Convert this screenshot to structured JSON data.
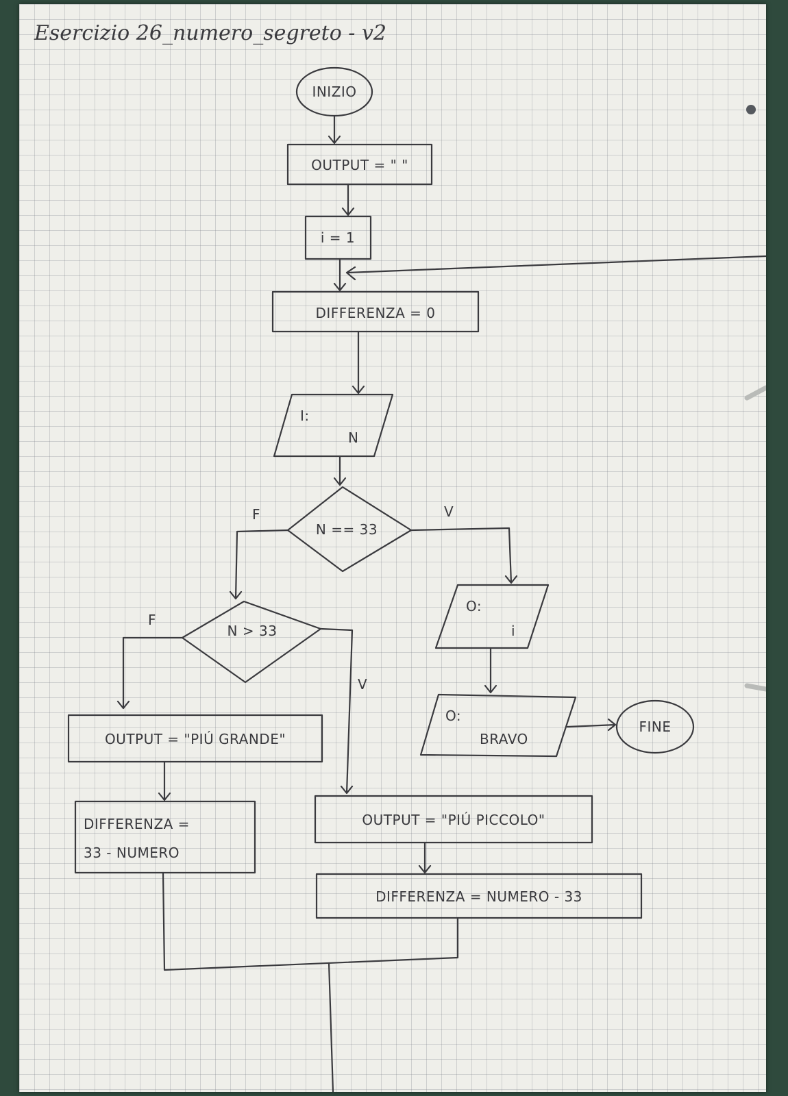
{
  "title": "Esercizio 26_numero_segreto - v2",
  "nodes": {
    "start": "INIZIO",
    "assign_output": "OUTPUT = \" \"",
    "assign_i": "i = 1",
    "assign_diff0": "DIFFERENZA = 0",
    "input_marker": "I:",
    "input_var": "N",
    "decision_equal": "N == 33",
    "decision_greater": "N > 33",
    "out1_marker": "O:",
    "out1_var": "i",
    "out2_marker": "O:",
    "out2_text": "BRAVO",
    "end": "FINE",
    "assign_bigger": "OUTPUT = \"PIÚ GRANDE\"",
    "diff_bigger_line1": "DIFFERENZA =",
    "diff_bigger_line2": "33 - NUMERO",
    "assign_smaller": "OUTPUT = \"PIÚ PICCOLO\"",
    "diff_smaller": "DIFFERENZA = NUMERO - 33"
  },
  "edge_labels": {
    "equal_false": "F",
    "equal_true": "V",
    "greater_false": "F",
    "greater_true": "V"
  },
  "colors": {
    "ink": "#3a3a3e",
    "paper": "#efefea",
    "grid": "#9aa0a8"
  }
}
